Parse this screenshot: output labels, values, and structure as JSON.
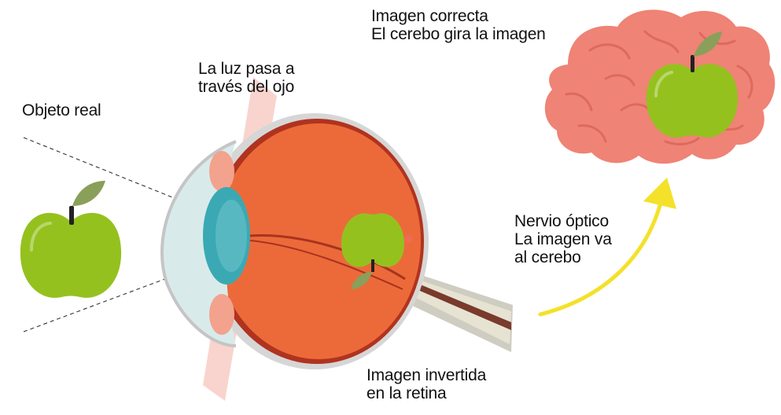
{
  "labels": {
    "real_object": "Objeto real",
    "light_pass": [
      "La luz pasa a",
      "través del ojo"
    ],
    "correct_image": [
      "Imagen correcta",
      "El cerebo gira la imagen"
    ],
    "optic_nerve": [
      "Nervio óptico",
      "La imagen va",
      "al cerebo"
    ],
    "inverted_image": [
      "Imagen invertida",
      "en la retina"
    ]
  },
  "colors": {
    "apple_green": "#95c11f",
    "apple_leaf": "#8a9f5a",
    "eye_interior": "#ec6a3a",
    "sclera": "#d6d6d6",
    "choroid": "#b0331f",
    "lens": "#3aa9b4",
    "cornea": "#d8ebea",
    "brain": "#ef8375",
    "brain_outline": "#dd6a5e",
    "arrow": "#f4e12a",
    "optic_nerve": "#e6e3d3"
  }
}
